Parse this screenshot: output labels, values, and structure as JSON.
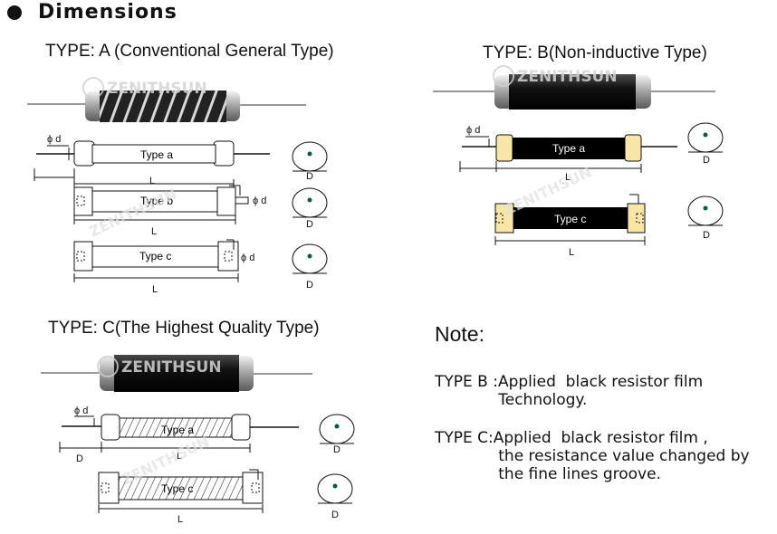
{
  "header": {
    "title": "Dimensions"
  },
  "sections": {
    "type_a": {
      "heading": "TYPE:  A  (Conventional General Type)"
    },
    "type_b": {
      "heading": "TYPE:  B(Non-inductive Type)"
    },
    "type_c": {
      "heading": "TYPE:  C(The Highest Quality Type)"
    }
  },
  "diagram_labels": {
    "type_a": "Type a",
    "type_b": "Type b",
    "type_c": "Type c",
    "L": "L",
    "D": "D",
    "phi_d": "ϕ d"
  },
  "watermark": "ZENITHSUN",
  "note": {
    "title": "Note:",
    "type_b_line1": "TYPE B :Applied  black resistor film",
    "type_b_line2": "             Technology.",
    "type_c_line1": "TYPE C:Applied  black resistor film ,",
    "type_c_line2": "             the resistance value changed by",
    "type_c_line3": "             the fine lines groove."
  }
}
